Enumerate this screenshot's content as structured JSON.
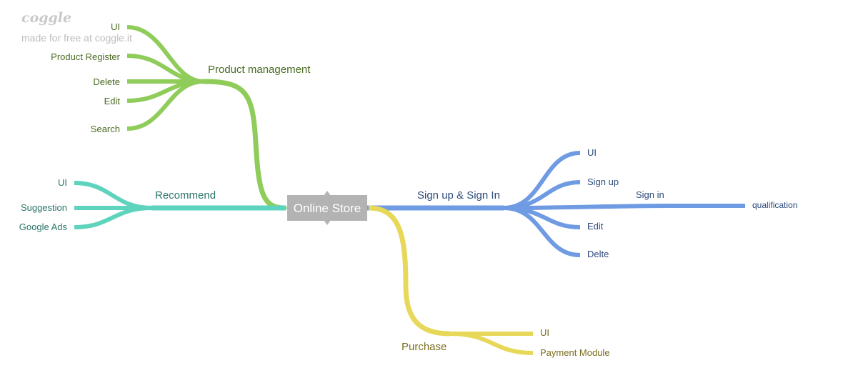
{
  "watermark": {
    "logo": "coggle",
    "text": "made for free at coggle.it"
  },
  "root": {
    "label": "Online Store",
    "color": "#b3b3b3",
    "text_color": "#ffffff"
  },
  "branches": {
    "product_management": {
      "label": "Product management",
      "color": "#8fcc5a",
      "text_color": "#4a6b22",
      "children": [
        "UI",
        "Product Register",
        "Delete",
        "Edit",
        "Search"
      ]
    },
    "recommend": {
      "label": "Recommend",
      "color": "#5ed3bd",
      "text_color": "#2b7568",
      "children": [
        "UI",
        "Suggestion",
        "Google Ads"
      ]
    },
    "sign_up_sign_in": {
      "label": "Sign up & Sign In",
      "color": "#6f9be3",
      "text_color": "#2c4a7c",
      "children": [
        "UI",
        "Sign up",
        "Sign in",
        "Edit",
        "Delte"
      ],
      "sign_in_child": "qualification"
    },
    "purchase": {
      "label": "Purchase",
      "color": "#e8d85a",
      "text_color": "#7a6d1e",
      "children": [
        "UI",
        "Payment Module"
      ]
    }
  }
}
